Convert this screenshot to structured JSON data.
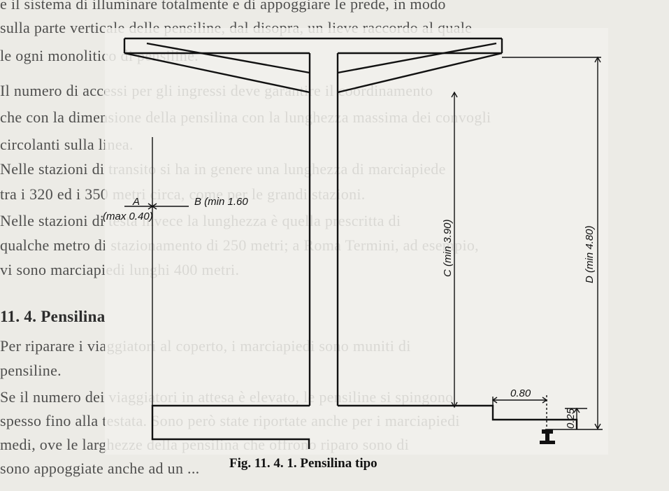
{
  "page_text": {
    "lines": [
      "e il sistema di illuminare totalmente e di appoggiare le prede, in modo",
      "sulla parte verticale delle pensiline, dal disopra, un lieve raccordo al quale",
      "le ogni monolitico di pensiline.",
      "Il numero di accessi per gli ingressi deve garantire il coordinamento",
      "che con la dimensione della pensilina con la lunghezza massima dei convogli",
      "circolanti sulla linea.",
      "Nelle stazioni di transito si ha in genere una lunghezza di marciapiede",
      "tra i 320 ed i 350 metri circa, come per le grandi stazioni.",
      "Nelle stazioni di testa invece la lunghezza è quella prescritta di",
      "qualche metro di stazionamento di 250 metri; a Roma Termini, ad esempio,",
      "vi sono marciapiedi lunghi 400 metri."
    ],
    "heading": "11. 4. Pensilina",
    "lines_after": [
      "Per riparare i viaggiatori al coperto, i marciapiedi sono muniti di",
      "pensiline.",
      "Se il numero dei viaggiatori in attesa è elevato, le pensiline si spingono",
      "spesso fino alla testata. Sono però state riportate anche per i marciapiedi",
      "medi, ove le larghezze della pensilina che offrono riparo sono di",
      "sono appoggiate anche ad un ..."
    ]
  },
  "diagram": {
    "labels": {
      "a": "A",
      "a_note": "(max 0.40)",
      "b": "B (min 1.60",
      "c": "C (min 3.90)",
      "d": "D (min 4.80)",
      "offset": "0.80",
      "height": "0.25"
    }
  },
  "caption": {
    "prefix": "Fig. 11. 4. 1.",
    "title": "Pensilina tipo"
  }
}
